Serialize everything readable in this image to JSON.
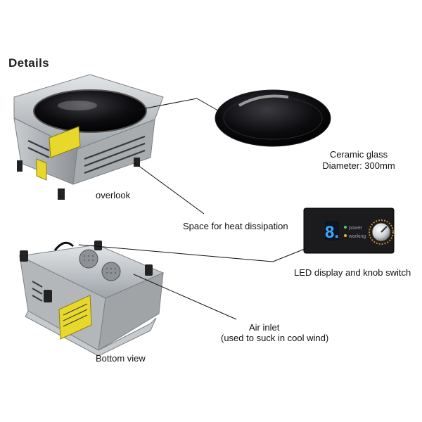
{
  "title": "Details",
  "labels": {
    "overlook": "overlook",
    "ceramic_glass": "Ceramic glass",
    "diameter": "Diameter: 300mm",
    "heat_dissipation": "Space for heat dissipation",
    "led_knob": "LED display and knob switch",
    "air_inlet": "Air inlet",
    "air_inlet_note": "(used to suck in cool wind)",
    "bottom_view": "Bottom view"
  },
  "panel": {
    "digit": "8.",
    "indicator_power": "power",
    "indicator_working": "working"
  },
  "colors": {
    "steel": "#bfc3c6",
    "glass": "#0b0b0d",
    "panel": "#1b1b1e",
    "led_digit": "#3fa9ff",
    "warning_label": "#e6d52a"
  }
}
